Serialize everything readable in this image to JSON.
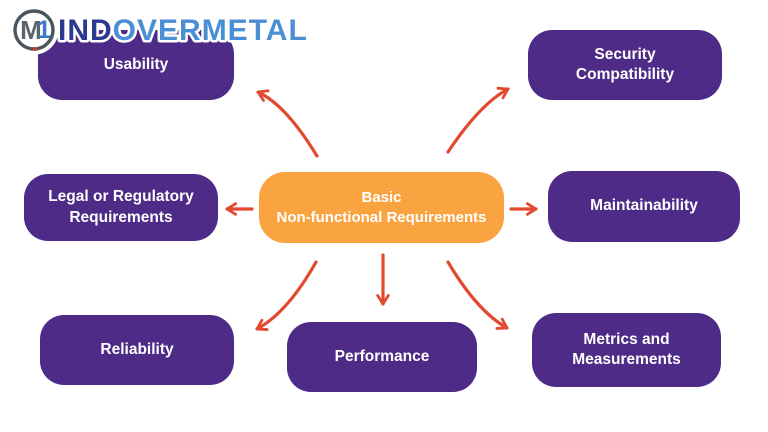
{
  "logo": {
    "monogram_letter": "M",
    "monogram_numeral": "1",
    "part_dark": "IND",
    "part_light": "OVERMETAL"
  },
  "center_node": {
    "line1": "Basic",
    "line2": "Non-functional Requirements"
  },
  "nodes": {
    "usability": {
      "line1": "Usability"
    },
    "security_compatibility": {
      "line1": "Security",
      "line2": "Compatibility"
    },
    "legal": {
      "line1": "Legal or Regulatory",
      "line2": "Requirements"
    },
    "maintainability": {
      "line1": "Maintainability"
    },
    "reliability": {
      "line1": "Reliability"
    },
    "performance": {
      "line1": "Performance"
    },
    "metrics": {
      "line1": "Metrics and",
      "line2": "Measurements"
    }
  },
  "colors": {
    "node_purple": "#4E2B87",
    "center_orange": "#F9A341",
    "arrow_red": "#E2492F",
    "logo_dark_blue": "#2B3990",
    "logo_light_blue": "#4A8FD6",
    "node_text": "#FFFFFF",
    "background": "#FFFFFF"
  }
}
